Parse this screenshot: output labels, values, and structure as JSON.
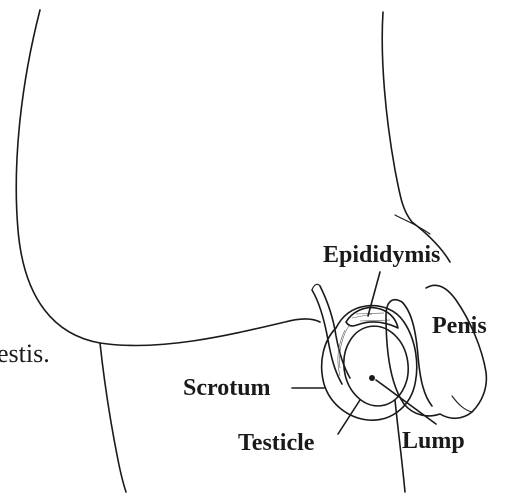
{
  "labels": {
    "epididymis": "Epididymis",
    "penis": "Penis",
    "scrotum": "Scrotum",
    "testicle": "Testicle",
    "lump": "Lump"
  },
  "text_fragment": "estis."
}
